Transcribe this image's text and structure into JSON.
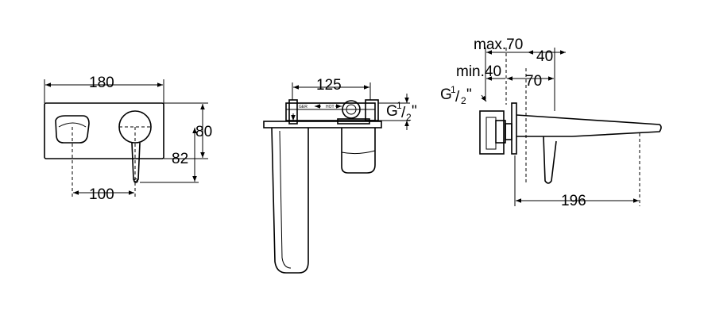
{
  "front_view": {
    "width_label": "180",
    "height_label": "80",
    "lever_drop_label": "82",
    "spacing_label": "100"
  },
  "side_view": {
    "depth_label": "125",
    "thread_main": "G",
    "thread_num": "1",
    "thread_den": "2",
    "thread_unit": "\"",
    "marking_left": "GER",
    "marking_right": "HOT"
  },
  "profile_view": {
    "max_label": "max.70",
    "min_label": "min.40",
    "offset_label": "40",
    "body_label": "70",
    "reach_label": "196",
    "thread_main": "G",
    "thread_num": "1",
    "thread_den": "2",
    "thread_unit": "\""
  }
}
